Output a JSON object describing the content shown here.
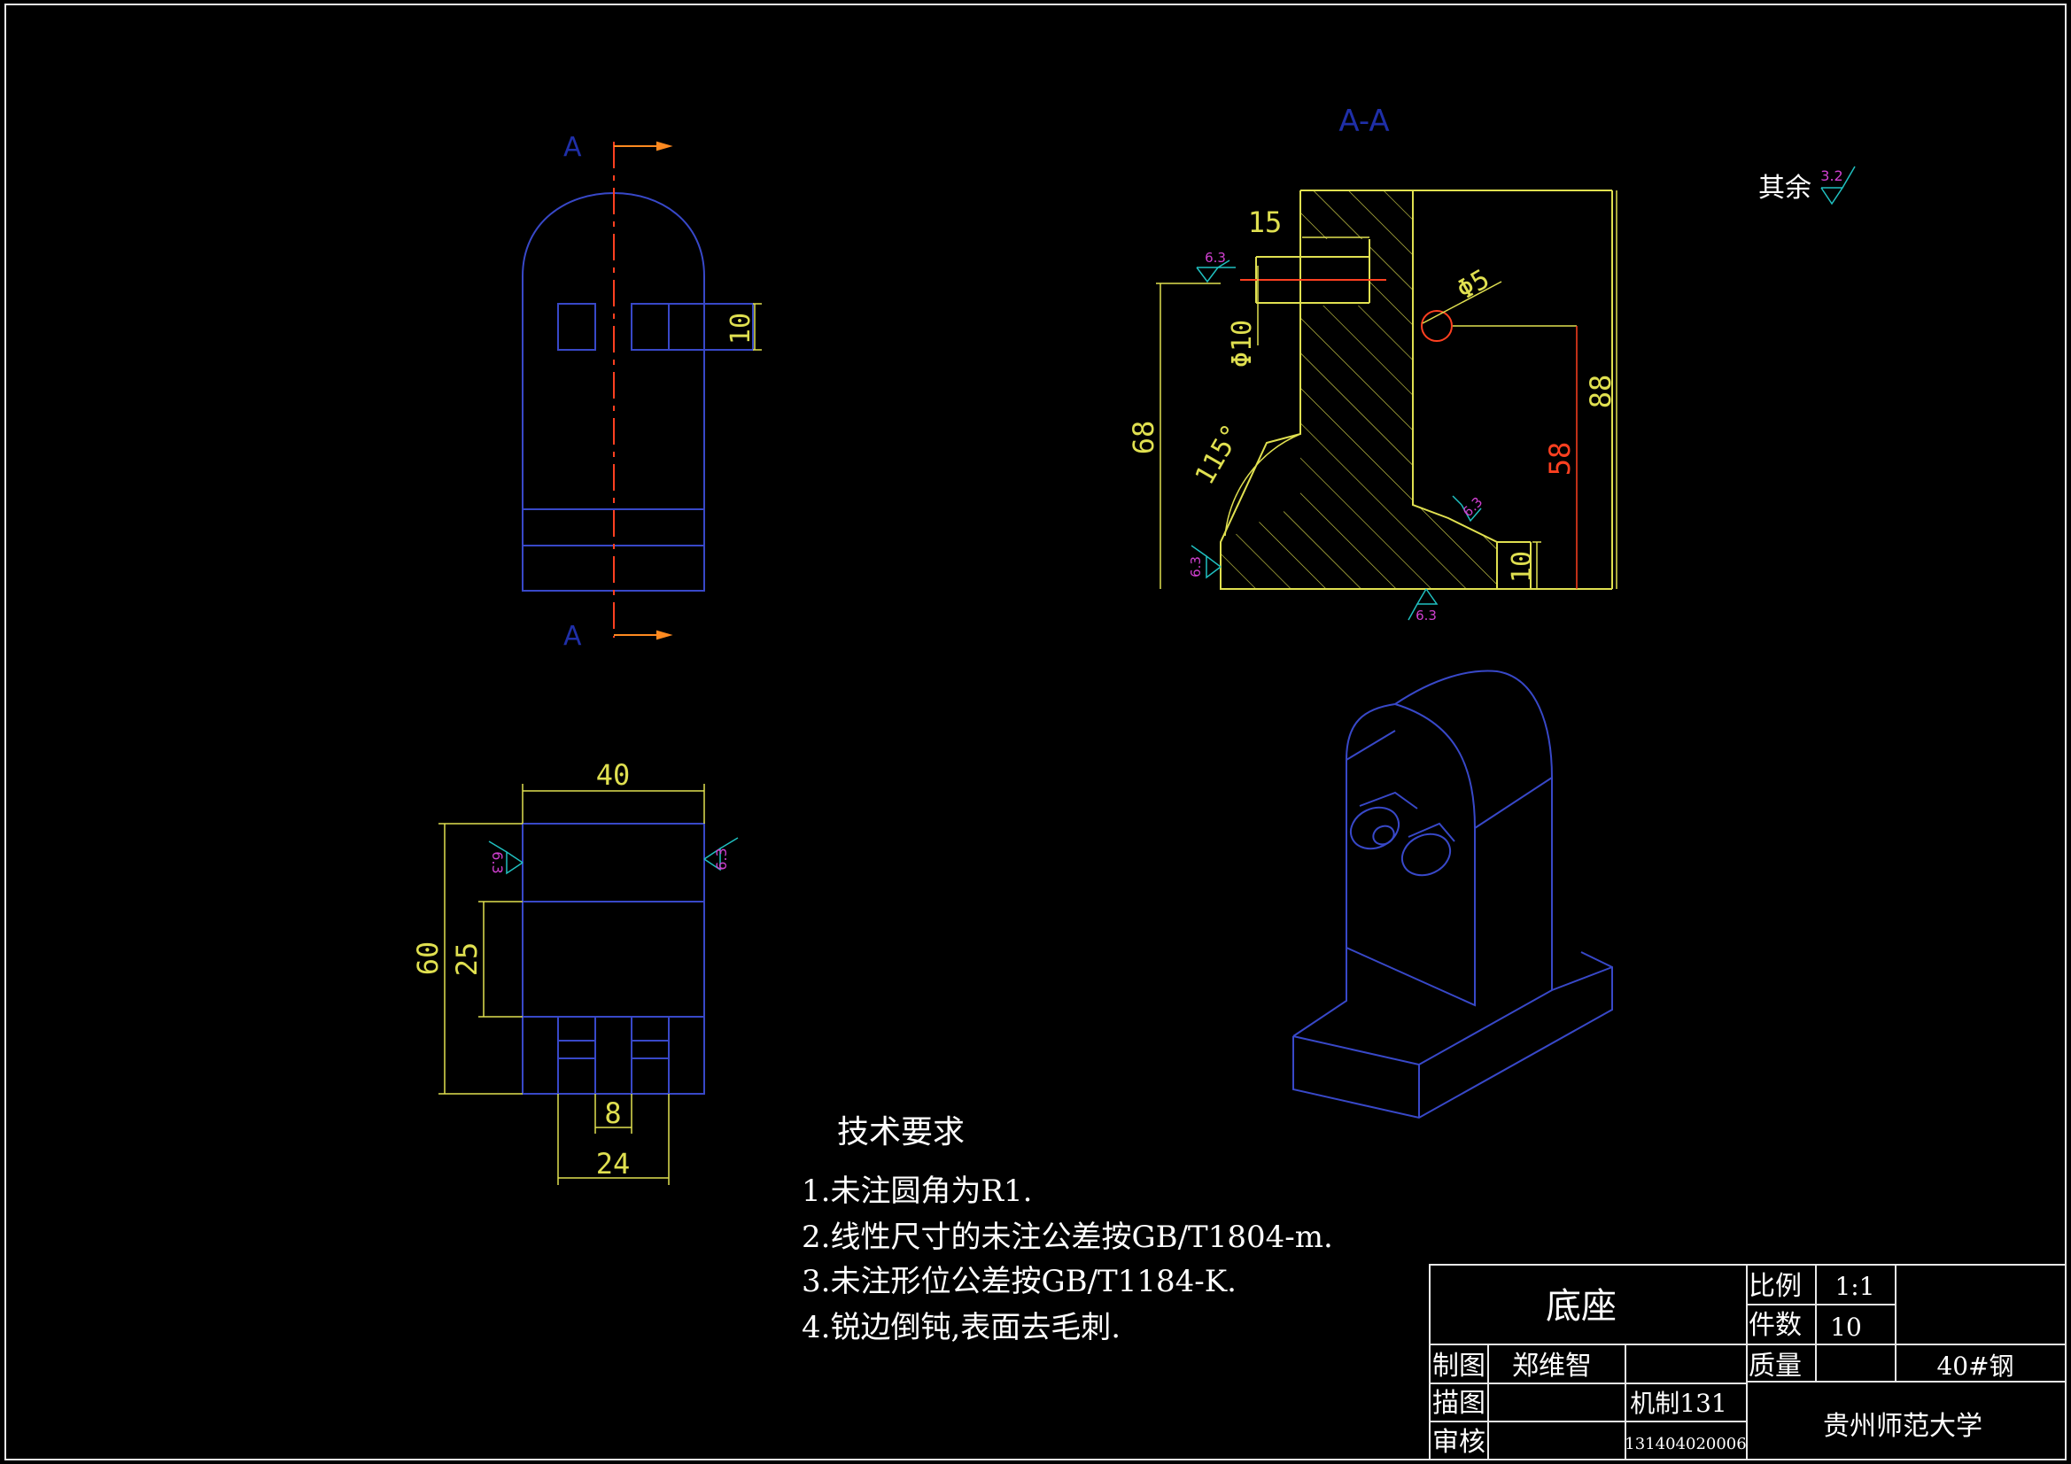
{
  "colors": {
    "background": "#000000",
    "outline": "#3848c8",
    "dimension": "#e0e050",
    "centerline": "#ff4020",
    "section_arrow": "#ff8a20",
    "hatch": "#e0e050",
    "roughness_symbol": "#20c0c0",
    "roughness_value": "#d040d0",
    "text": "#ffffff",
    "border": "#e8e8e8"
  },
  "views": {
    "section_marker_top": "A",
    "section_marker_bottom": "A",
    "section_title": "A-A",
    "other_surfaces_label": "其余",
    "other_surfaces_roughness": "3.2"
  },
  "dimensions": {
    "front_slot_height": "10",
    "top_width": "40",
    "top_depth": "60",
    "top_offset": "25",
    "slot_width": "8",
    "lug_width": "24",
    "section_depth_15": "15",
    "section_bore": "Φ10",
    "section_hole": "Φ5",
    "section_height_68": "68",
    "section_height_88": "88",
    "section_height_58": "58",
    "section_base_10": "10",
    "section_angle": "115°"
  },
  "roughness": {
    "r1": "6.3",
    "r2": "6.3",
    "r3": "6.3",
    "r4": "6.3",
    "r5": "6.3",
    "r6": "6.3"
  },
  "tech_requirements": {
    "title": "技术要求",
    "items": [
      "1.未注圆角为R1.",
      "2.线性尺寸的未注公差按GB/T1804-m.",
      "3.未注形位公差按GB/T1184-K.",
      "4.锐边倒钝,表面去毛刺."
    ]
  },
  "title_block": {
    "part_name": "底座",
    "scale_label": "比例",
    "scale_value": "1:1",
    "count_label": "件数",
    "count_value": "10",
    "mass_label": "质量",
    "material": "40#钢",
    "drawn_label": "制图",
    "drawn_by": "郑维智",
    "traced_label": "描图",
    "class_name": "机制131",
    "checked_label": "审核",
    "student_id": "131404020006",
    "school": "贵州师范大学"
  }
}
